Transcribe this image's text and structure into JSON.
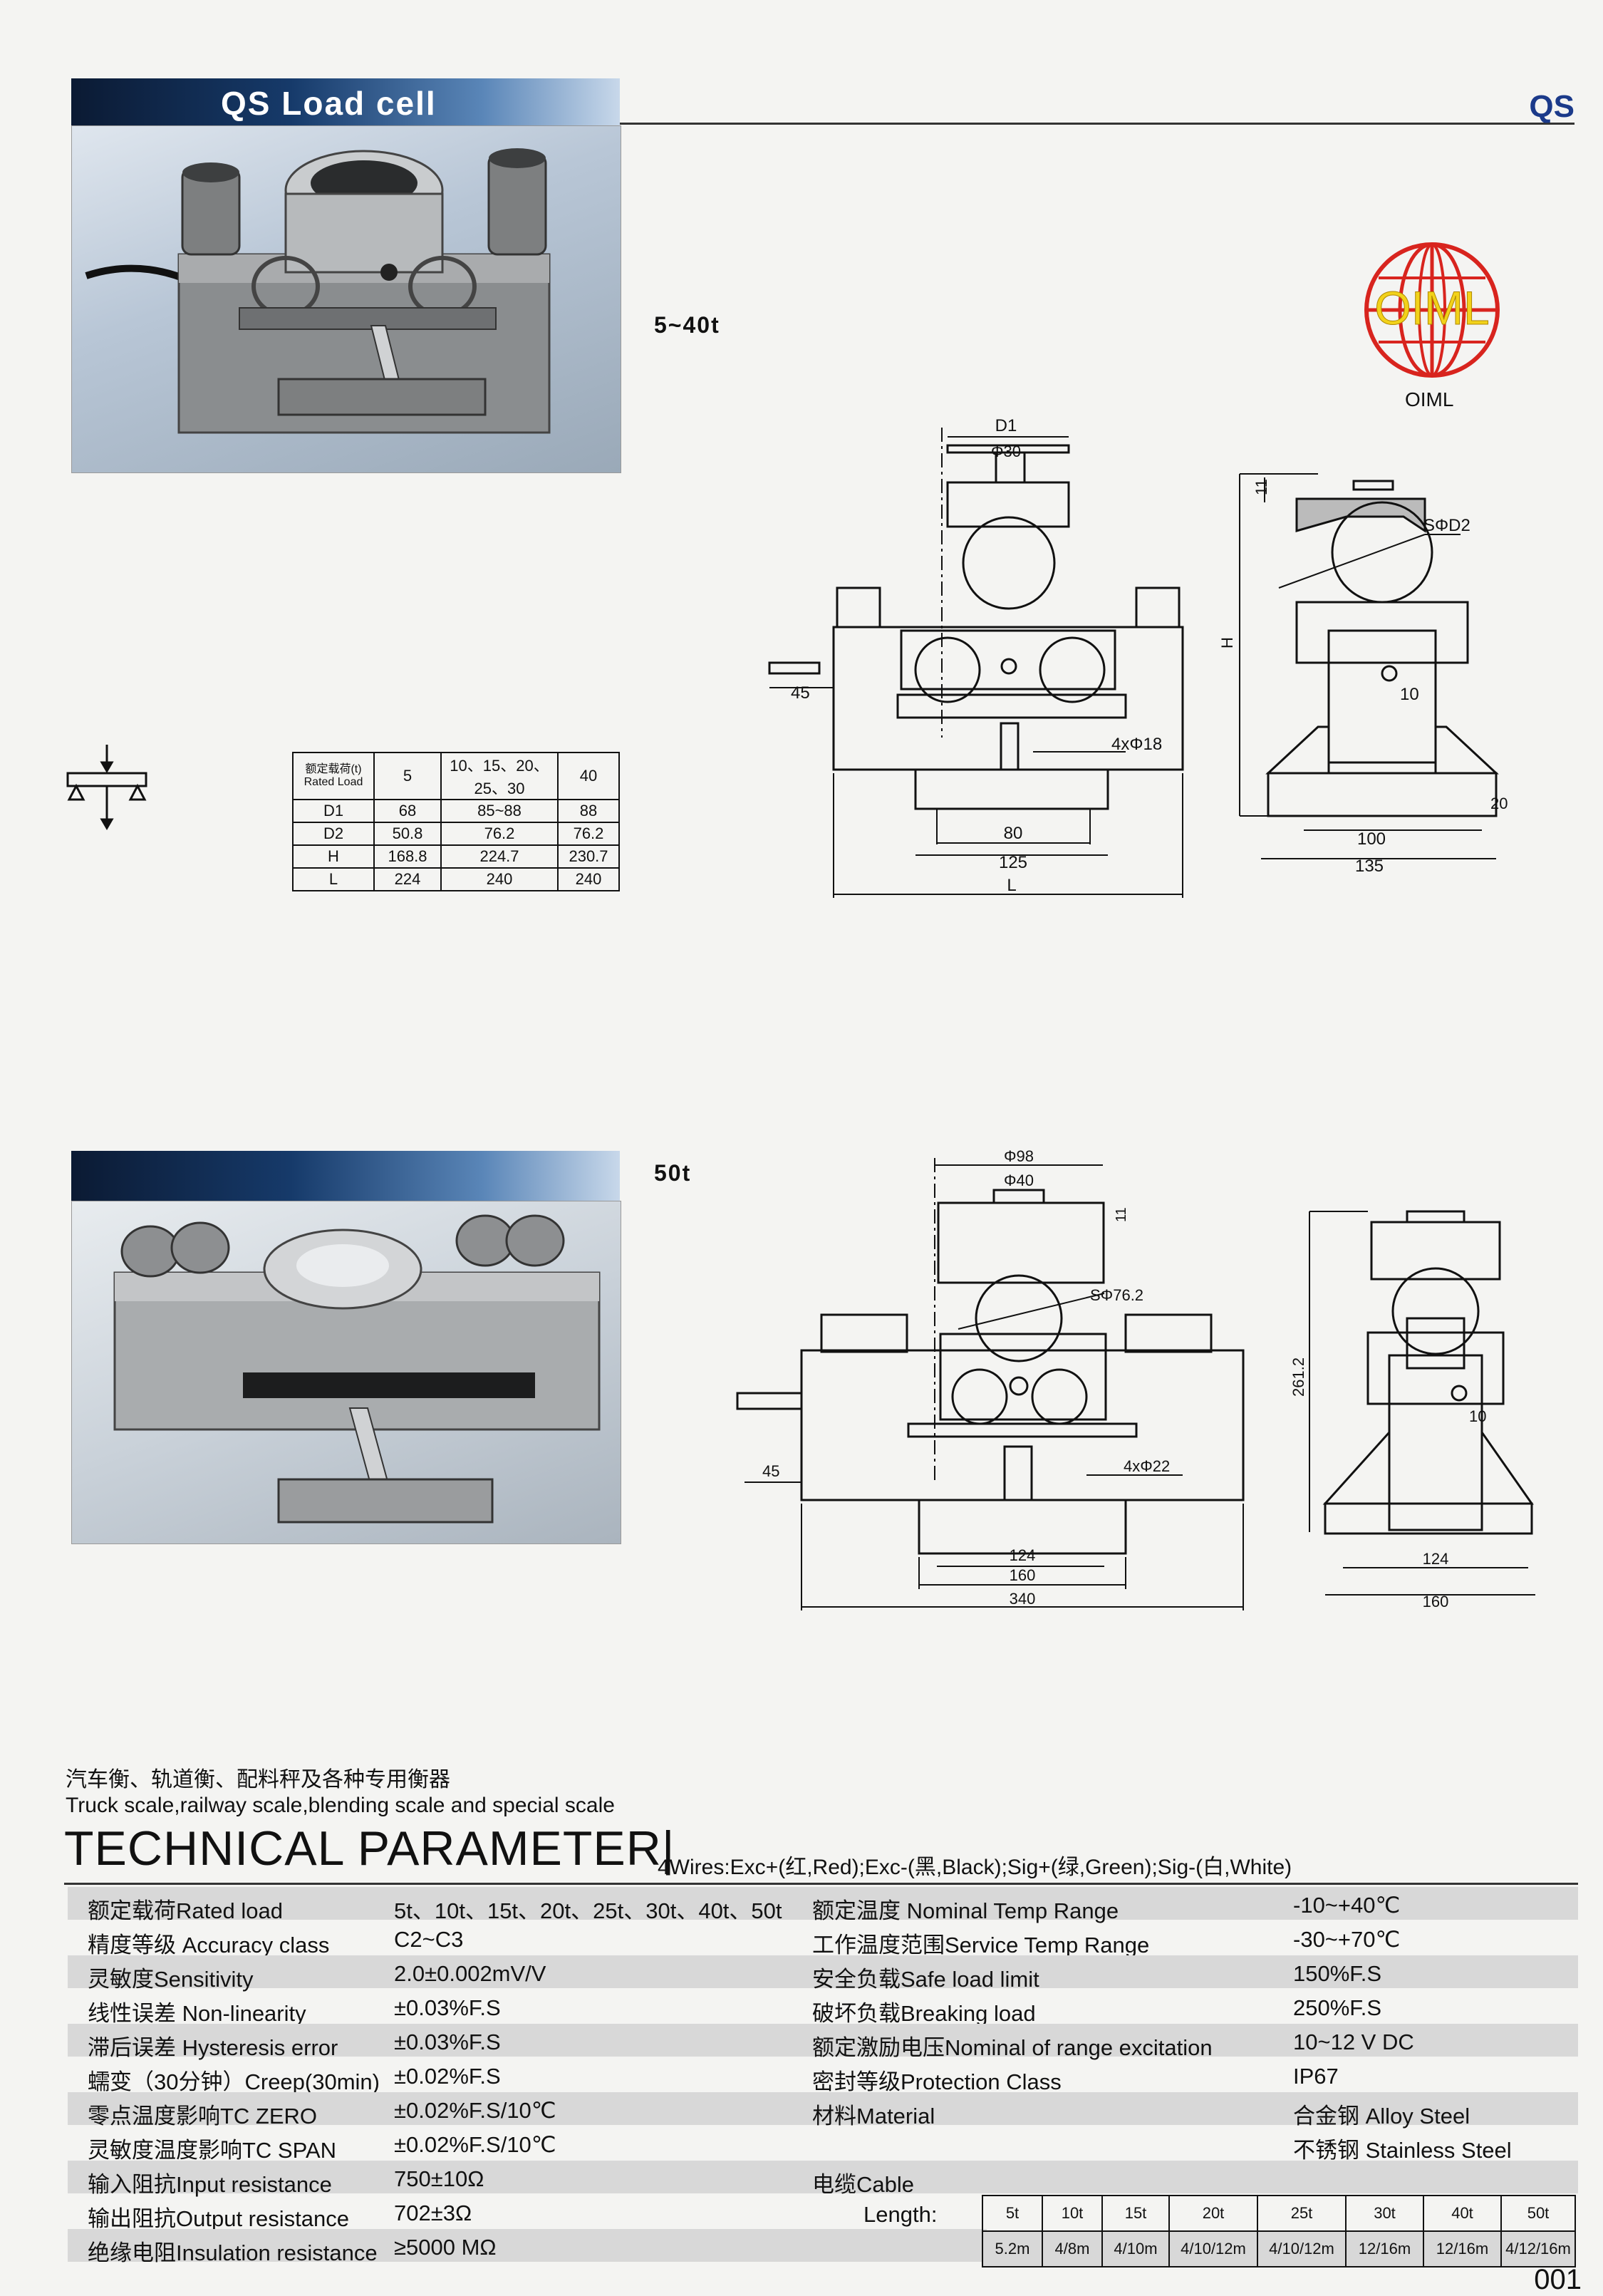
{
  "header": {
    "title": "QS Load cell",
    "brand": "QS"
  },
  "section1": {
    "model": "5~40t"
  },
  "section2": {
    "model": "50t"
  },
  "oiml": {
    "logo_text": "OIML",
    "label": "OIML"
  },
  "drawing1": {
    "front": {
      "d1": "D1",
      "d30": "Φ30",
      "dim45": "45",
      "holes": "4xΦ18",
      "w80": "80",
      "w125": "125",
      "l": "L",
      "h": "H"
    },
    "side": {
      "d11": "11",
      "sd2": "SΦD2",
      "d10": "10",
      "d20": "20",
      "w100": "100",
      "w135": "135"
    }
  },
  "drawing2": {
    "front": {
      "d98": "Φ98",
      "d40": "Φ40",
      "d11": "11",
      "s76": "SΦ76.2",
      "dim45": "45",
      "holes": "4xΦ22",
      "w124": "124",
      "w160": "160",
      "w340": "340"
    },
    "side": {
      "h261": "261.2",
      "d10": "10",
      "w124": "124",
      "w160": "160"
    }
  },
  "rated_table": {
    "header": [
      "额定载荷(t)\nRated Load",
      "5",
      "10、15、20、25、30",
      "40"
    ],
    "rows": [
      [
        "D1",
        "68",
        "85~88",
        "88"
      ],
      [
        "D2",
        "50.8",
        "76.2",
        "76.2"
      ],
      [
        "H",
        "168.8",
        "224.7",
        "230.7"
      ],
      [
        "L",
        "224",
        "240",
        "240"
      ]
    ]
  },
  "intro": {
    "cn": "汽车衡、轨道衡、配料秤及各种专用衡器",
    "en": "Truck scale,railway scale,blending scale and special scale"
  },
  "tech": {
    "title": "TECHNICAL PARAMETER|",
    "wires": "4Wires:Exc+(红,Red);Exc-(黑,Black);Sig+(绿,Green);Sig-(白,White)"
  },
  "params": [
    {
      "l1": "额定载荷Rated load",
      "v1": "5t、10t、15t、20t、25t、30t、40t、50t",
      "l2": "额定温度 Nominal Temp Range",
      "v2": "-10~+40℃"
    },
    {
      "l1": "精度等级 Accuracy class",
      "v1": "C2~C3",
      "l2": "工作温度范围Service Temp Range",
      "v2": "-30~+70℃"
    },
    {
      "l1": "灵敏度Sensitivity",
      "v1": "2.0±0.002mV/V",
      "l2": "安全负载Safe load limit",
      "v2": "150%F.S"
    },
    {
      "l1": "线性误差 Non-linearity",
      "v1": "±0.03%F.S",
      "l2": "破坏负载Breaking load",
      "v2": "250%F.S"
    },
    {
      "l1": "滞后误差 Hysteresis error",
      "v1": "±0.03%F.S",
      "l2": "额定激励电压Nominal of range excitation",
      "v2": "10~12 V DC"
    },
    {
      "l1": "蠕变（30分钟）Creep(30min)",
      "v1": "±0.02%F.S",
      "l2": "密封等级Protection Class",
      "v2": "IP67"
    },
    {
      "l1": "零点温度影响TC ZERO",
      "v1": "±0.02%F.S/10℃",
      "l2": "材料Material",
      "v2": "合金钢 Alloy Steel"
    },
    {
      "l1": "灵敏度温度影响TC SPAN",
      "v1": "±0.02%F.S/10℃",
      "l2": "",
      "v2": "不锈钢 Stainless Steel"
    },
    {
      "l1": "输入阻抗Input resistance",
      "v1": "750±10Ω",
      "l2": "电缆Cable",
      "v2": ""
    },
    {
      "l1": "输出阻抗Output resistance",
      "v1": "702±3Ω",
      "l2": "",
      "v2": ""
    },
    {
      "l1": "绝缘电阻Insulation resistance",
      "v1": "≥5000 MΩ",
      "l2": "",
      "v2": ""
    }
  ],
  "cable": {
    "label": "Length:",
    "loads": [
      "5t",
      "10t",
      "15t",
      "20t",
      "25t",
      "30t",
      "40t",
      "50t"
    ],
    "lengths": [
      "5.2m",
      "4/8m",
      "4/10m",
      "4/10/12m",
      "4/10/12m",
      "12/16m",
      "12/16m",
      "4/12/16m"
    ]
  },
  "page_number": "001",
  "colors": {
    "brand": "#1b3a8a",
    "oiml_red": "#d8241e",
    "oiml_yellow": "#f2d21a"
  }
}
